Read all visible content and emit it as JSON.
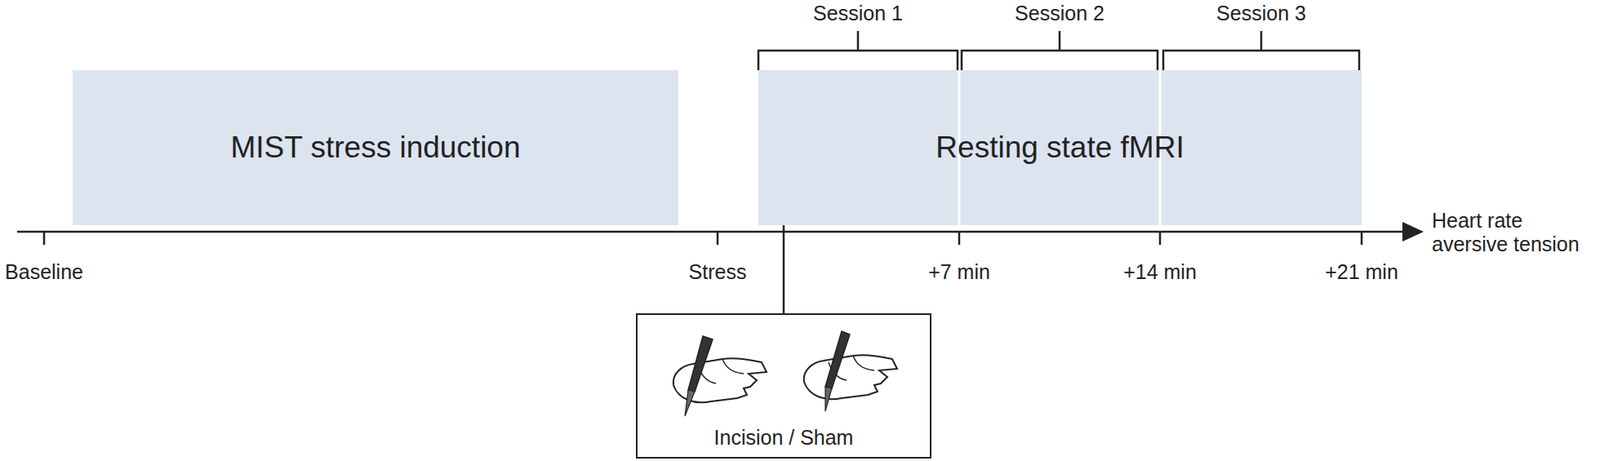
{
  "diagram": {
    "nodes": [
      {
        "text": [
          "MIST stress induction"
        ]
      },
      {
        "text": [
          "Resting state fMRI"
        ]
      },
      {
        "text": [
          "Incision / Sham"
        ]
      }
    ],
    "edges": [
      {
        "from": 2,
        "to": 1,
        "arrow": "none"
      }
    ],
    "labels": [
      "Session 1",
      "Session 2",
      "Session 3",
      "Baseline",
      "Stress",
      "+7 min",
      "+14 min",
      "+21 min",
      "Heart rate aversive tension"
    ]
  }
}
